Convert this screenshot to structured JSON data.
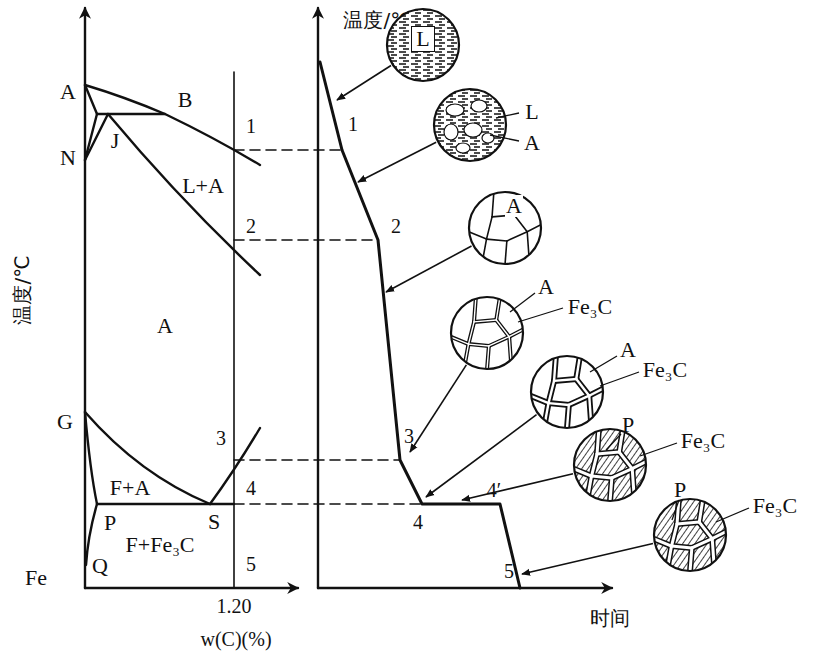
{
  "diagram": {
    "nodes": [
      {
        "text": [
          "L"
        ]
      },
      {
        "text": [
          "L",
          "A"
        ]
      },
      {
        "text": [
          "A"
        ]
      },
      {
        "text": [
          "A",
          "Fe₃C"
        ]
      },
      {
        "text": [
          "A",
          "Fe₃C"
        ]
      },
      {
        "text": [
          "P",
          "Fe₃C"
        ]
      },
      {
        "text": [
          "P",
          "Fe₃C"
        ]
      }
    ],
    "labels": [
      "温度/℃",
      "A",
      "B",
      "N",
      "J",
      "1",
      "L+A",
      "2",
      "A",
      "G",
      "3",
      "F+A",
      "4",
      "P",
      "S",
      "F+Fe₃C",
      "Q",
      "5",
      "Fe",
      "1.20",
      "w(C)(%)",
      "温度/℃",
      "1",
      "2",
      "3",
      "4",
      "4′",
      "5",
      "时间"
    ]
  }
}
